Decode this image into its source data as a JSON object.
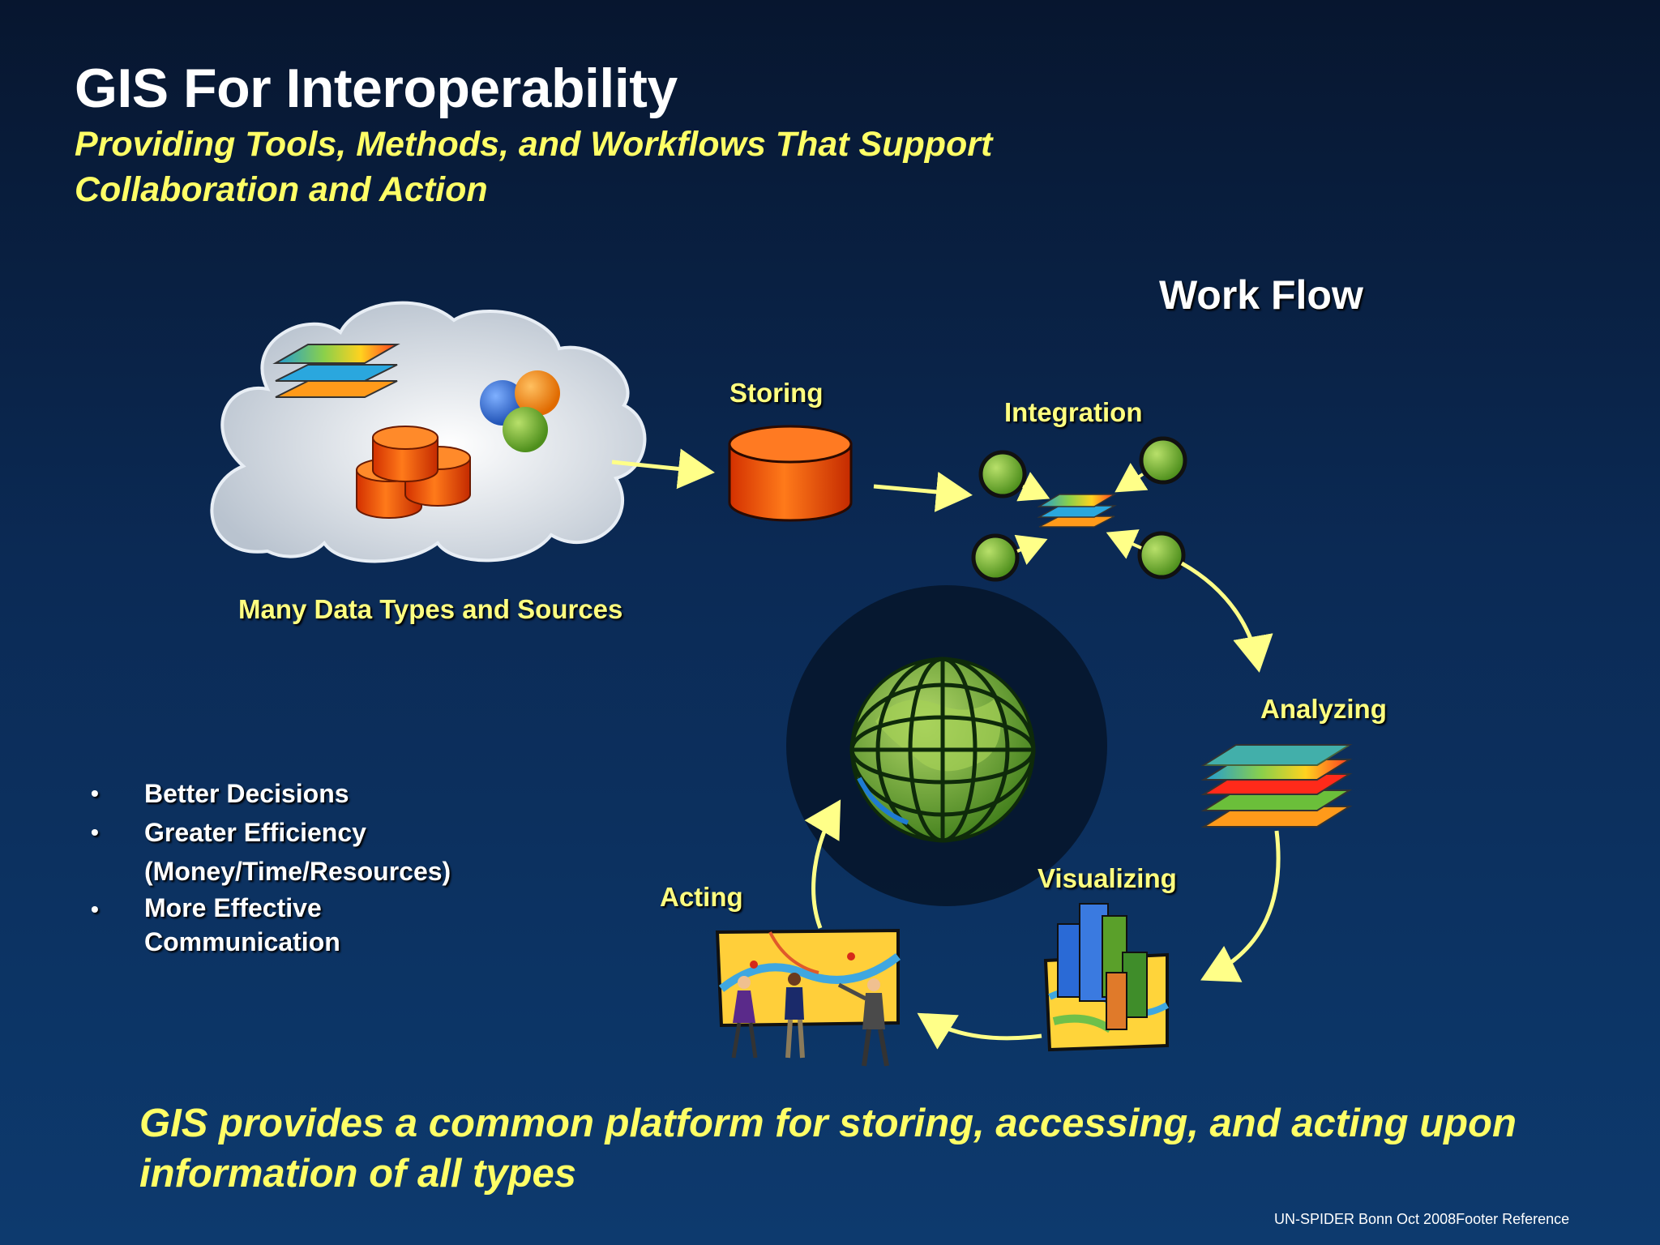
{
  "title": "GIS For Interoperability",
  "subtitle": "Providing Tools, Methods, and Workflows That Support Collaboration and Action",
  "workflow_heading": "Work Flow",
  "labels": {
    "data_sources": "Many Data Types and Sources",
    "storing": "Storing",
    "integration": "Integration",
    "analyzing": "Analyzing",
    "visualizing": "Visualizing",
    "acting": "Acting"
  },
  "bullets": [
    {
      "line1": "Better Decisions",
      "line2": ""
    },
    {
      "line1": "Greater Efficiency",
      "line2": "(Money/Time/Resources)"
    },
    {
      "line1": "More Effective",
      "line2": "Communication"
    }
  ],
  "bullet_marker": "•",
  "bottom_statement": "GIS provides a common platform for storing, accessing, and acting upon information of all types",
  "footer": "UN-SPIDER Bonn Oct 2008Footer Reference",
  "colors": {
    "background_top": "#07162f",
    "background_bottom": "#0d3a6e",
    "accent_yellow": "#ffff66",
    "arrow": "#ffff88",
    "node_green": "#7cc242",
    "cylinder_orange": "#ff5a00"
  }
}
